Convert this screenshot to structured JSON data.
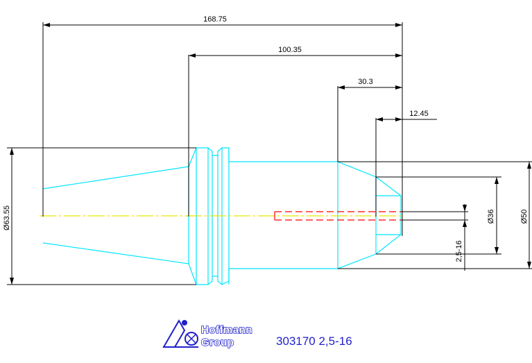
{
  "dimensions": {
    "overall_length": "168.75",
    "body_length": "100.35",
    "nose_length": "30.3",
    "bore_depth": "12.45",
    "flange_diameter": "Ø63.55",
    "nose_diameter": "Ø50",
    "bore_diameter": "Ø36",
    "clamping_range": "2,5-16"
  },
  "logo": {
    "line1": "Hoffmann",
    "line2": "Group"
  },
  "caption": "303170 2,5-16",
  "colors": {
    "outline": "#00e5ff",
    "dimension": "#000000",
    "centerline": "#e6e600",
    "hidden": "#ff0000",
    "brand": "#1f1fcc"
  }
}
